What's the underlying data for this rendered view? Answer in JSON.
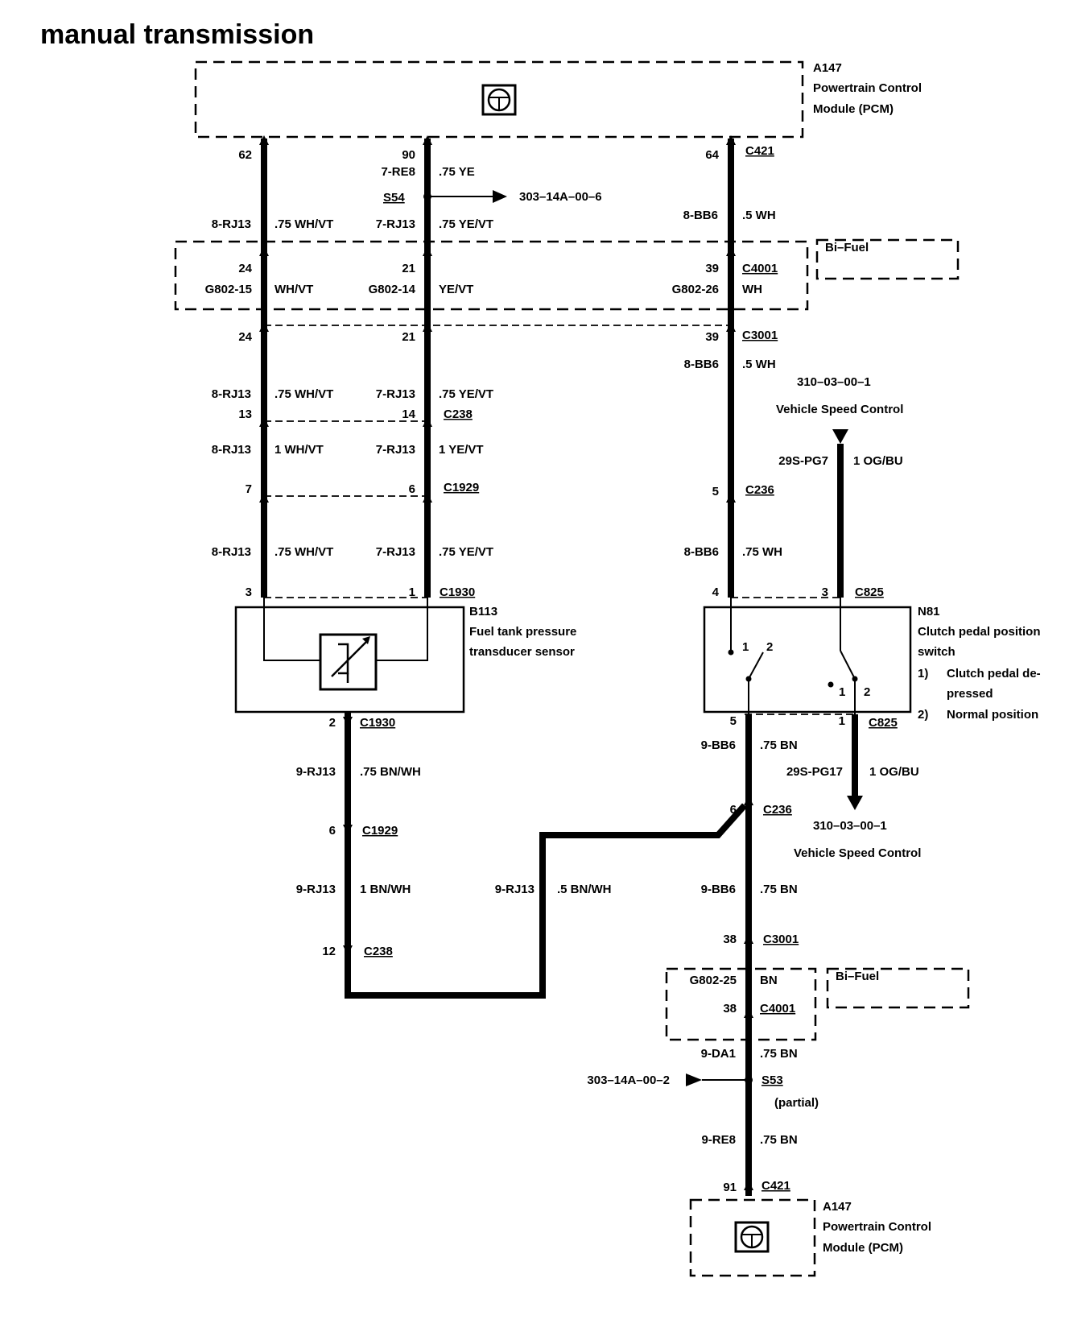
{
  "title": "manual transmission",
  "pcm_top": {
    "id": "A147",
    "line1": "Powertrain Control",
    "line2": "Module (PCM)"
  },
  "pcm_bottom": {
    "id": "A147",
    "line1": "Powertrain Control",
    "line2": "Module (PCM)"
  },
  "bifuel_top": "Bi–Fuel",
  "bifuel_bottom": "Bi–Fuel",
  "sensor": {
    "id": "B113",
    "line1": "Fuel tank pressure",
    "line2": "transducer sensor"
  },
  "switch": {
    "id": "N81",
    "line1": "Clutch pedal position",
    "line2": "switch",
    "note1_num": "1)",
    "note1_a": "Clutch pedal de-",
    "note1_b": "pressed",
    "note2_num": "2)",
    "note2": "Normal position",
    "contact_1a": "1",
    "contact_2a": "2",
    "contact_1b": "1",
    "contact_2b": "2"
  },
  "vsc_top": {
    "ref": "310–03–00–1",
    "name": "Vehicle Speed Control"
  },
  "vsc_bottom": {
    "ref": "310–03–00–1",
    "name": "Vehicle Speed Control"
  },
  "splices": {
    "s54": "S54",
    "s54_ref": "303–14A–00–6",
    "s53": "S53",
    "s53_ref": "303–14A–00–2",
    "s53_note": "(partial)"
  },
  "wireA": {
    "pin_pcm": "62",
    "circ1": "8-RJ13",
    "color1": ".75 WH/VT",
    "pin_c4001": "24",
    "g802": "G802-15",
    "color_g": "WH/VT",
    "pin_c3001": "24",
    "circ2": "8-RJ13",
    "color2": ".75 WH/VT",
    "pin_c238": "13",
    "circ3": "8-RJ13",
    "color3": "1 WH/VT",
    "pin_c1929": "7",
    "circ4": "8-RJ13",
    "color4": ".75 WH/VT",
    "pin_c1930": "3"
  },
  "wireB": {
    "pin_pcm": "90",
    "circ0": "7-RE8",
    "color0": ".75 YE",
    "circ1": "7-RJ13",
    "color1": ".75 YE/VT",
    "pin_c4001": "21",
    "g802": "G802-14",
    "color_g": "YE/VT",
    "pin_c3001": "21",
    "circ2": "7-RJ13",
    "color2": ".75 YE/VT",
    "pin_c238": "14",
    "conn_c238": "C238",
    "circ3": "7-RJ13",
    "color3": "1 YE/VT",
    "pin_c1929": "6",
    "conn_c1929": "C1929",
    "circ4": "7-RJ13",
    "color4": ".75 YE/VT",
    "pin_c1930": "1",
    "conn_c1930": "C1930"
  },
  "wireC": {
    "pin_pcm": "64",
    "conn_pcm": "C421",
    "circ1": "8-BB6",
    "color1": ".5 WH",
    "pin_c4001": "39",
    "conn_c4001": "C4001",
    "g802": "G802-26",
    "color_g": "WH",
    "pin_c3001": "39",
    "conn_c3001": "C3001",
    "circ2": "8-BB6",
    "color2": ".5 WH",
    "pin_c236": "5",
    "conn_c236": "C236",
    "circ3": "8-BB6",
    "color3": ".75 WH",
    "pin_c825": "4"
  },
  "wireD": {
    "circ": "29S-PG7",
    "color": "1 OG/BU",
    "pin_c825": "3",
    "conn_c825": "C825"
  },
  "wireE": {
    "pin_c825": "1",
    "conn_c825": "C825",
    "circ": "29S-PG17",
    "color": "1 OG/BU"
  },
  "wireF": {
    "pin_c1930": "2",
    "conn_c1930": "C1930",
    "circ1": "9-RJ13",
    "color1": ".75 BN/WH",
    "pin_c1929": "6",
    "conn_c1929": "C1929",
    "circ2": "9-RJ13",
    "color2": "1 BN/WH",
    "pin_c238": "12",
    "conn_c238": "C238",
    "circ3": "9-RJ13",
    "color3": ".5 BN/WH"
  },
  "wireG": {
    "pin_c825": "5",
    "circ1": "9-BB6",
    "color1": ".75 BN",
    "pin_c236": "6",
    "conn_c236": "C236",
    "circ2": "9-BB6",
    "color2": ".75 BN",
    "pin_c3001": "38",
    "conn_c3001": "C3001",
    "g802": "G802-25",
    "color_g": "BN",
    "pin_c4001": "38",
    "conn_c4001": "C4001",
    "circ3": "9-DA1",
    "color3": ".75 BN",
    "circ4": "9-RE8",
    "color4": ".75 BN",
    "pin_pcm": "91",
    "conn_pcm": "C421"
  }
}
